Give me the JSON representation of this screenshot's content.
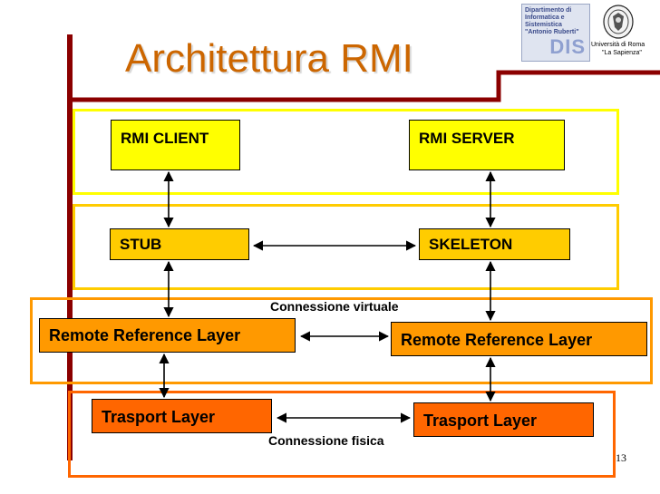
{
  "title": "Architettura RMI",
  "logos": {
    "dis_lines": [
      "Dipartimento di",
      "Informatica e",
      "Sistemistica",
      "\"Antonio Ruberti\""
    ],
    "dis_mark": "DIS",
    "uni_lines": [
      "Università di Roma",
      "\"La Sapienza\""
    ]
  },
  "boxes": {
    "rmi_client": "RMI CLIENT",
    "rmi_server": "RMI SERVER",
    "stub": "STUB",
    "skeleton": "SKELETON",
    "rrl_left": "Remote Reference Layer",
    "rrl_right": "Remote Reference Layer",
    "transport_left": "Trasport  Layer",
    "transport_right": "Trasport  Layer"
  },
  "labels": {
    "virtual_connection": "Connessione virtuale",
    "physical_connection": "Connessione fisica"
  },
  "page_number": "13",
  "colors": {
    "title": "#cc6600",
    "dark_red": "#8b0000",
    "yellow_band": "#ffff00",
    "yellow_fill": "#ffff00",
    "amber_band": "#ffcc00",
    "amber_fill": "#ffcc00",
    "orange_band": "#ff9900",
    "orange_fill": "#ff9900",
    "deep_orange_band": "#ff6600",
    "deep_orange_fill": "#ff6600"
  }
}
